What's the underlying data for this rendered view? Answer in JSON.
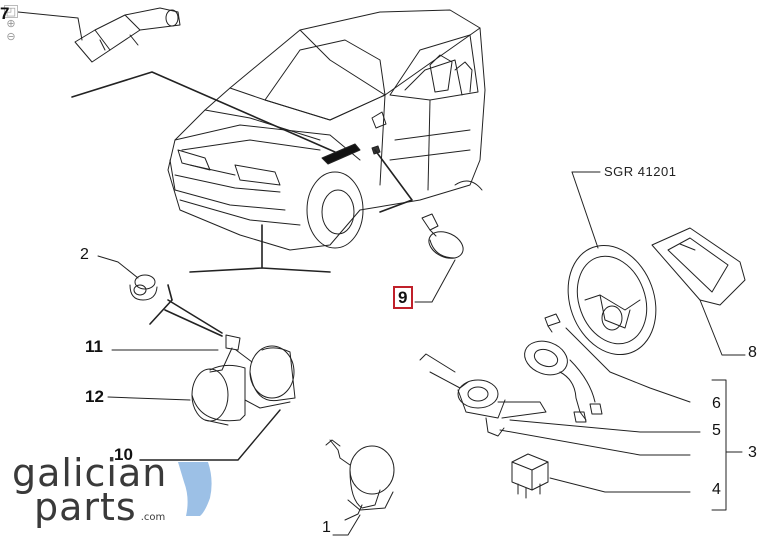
{
  "diagram": {
    "reference_code": "SGR 41201",
    "selected_part": "9",
    "callouts": [
      {
        "id": "p7",
        "label": "7"
      },
      {
        "id": "p2",
        "label": "2"
      },
      {
        "id": "p11",
        "label": "11"
      },
      {
        "id": "p12",
        "label": "12"
      },
      {
        "id": "p10",
        "label": "10"
      },
      {
        "id": "p1",
        "label": "1"
      },
      {
        "id": "p9",
        "label": "9"
      },
      {
        "id": "p8",
        "label": "8"
      },
      {
        "id": "p6",
        "label": "6"
      },
      {
        "id": "p5",
        "label": "5"
      },
      {
        "id": "p3",
        "label": "3"
      },
      {
        "id": "p4",
        "label": "4"
      }
    ]
  },
  "viewer": {
    "zoom_in_symbol": "⊕",
    "zoom_out_symbol": "⊖",
    "zoom_reset_symbol": "◰"
  },
  "watermark": {
    "line1": "galician",
    "line2": "parts",
    "domain": ".com"
  },
  "colors": {
    "line": "#222222",
    "highlight": "#c0202a",
    "logo_blue": "#9cc0e6"
  }
}
